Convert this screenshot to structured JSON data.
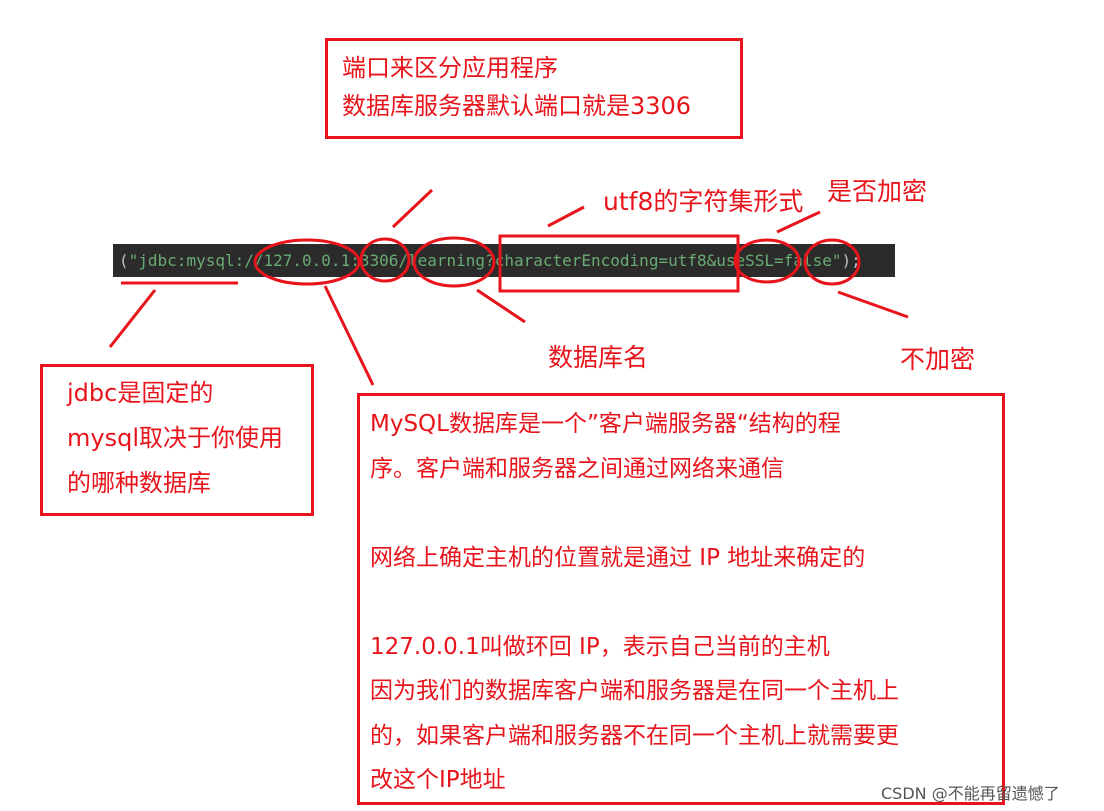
{
  "code_line": {
    "prefix": "(",
    "string": "\"jdbc:mysql://127.0.0.1:3306/learning?characterEncoding=utf8&useSSL=false\"",
    "suffix": ");"
  },
  "port_note": {
    "lines": [
      "端口来区分应用程序",
      "数据库服务器默认端口就是3306"
    ]
  },
  "charset_note": "utf8的字符集形式",
  "ssl_note": "是否加密",
  "dbname_note": "数据库名",
  "noencrypt_note": "不加密",
  "jdbc_note": {
    "lines": [
      "jdbc是固定的",
      "mysql取决于你使用",
      "的哪种数据库"
    ]
  },
  "mysql_note": {
    "lines": [
      "MySQL数据库是一个”客户端服务器“结构的程",
      "序。客户端和服务器之间通过网络来通信",
      "",
      "网络上确定主机的位置就是通过 IP 地址来确定的",
      "",
      "127.0.0.1叫做环回 IP，表示自己当前的主机",
      "因为我们的数据库客户端和服务器是在同一个主机上",
      "的，如果客户端和服务器不在同一个主机上就需要更",
      "改这个IP地址"
    ]
  },
  "watermark": "CSDN @不能再留遗憾了",
  "colors": {
    "annotation": "#e8141b",
    "code_background": "#2b2b2b",
    "code_string": "#6aab73"
  }
}
